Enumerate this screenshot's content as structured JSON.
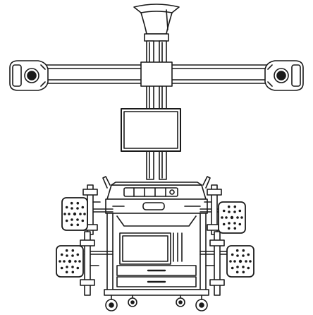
{
  "illustration": {
    "subject": "3d-wheel-alignment-machine",
    "line_color": "#1a1a1a",
    "background": "#ffffff",
    "components": {
      "top_cap": "funnel-cap",
      "crossbeam": "camera-crossbeam",
      "cameras": [
        "left-camera",
        "right-camera"
      ],
      "monitor": "display-monitor",
      "column": "support-column",
      "console": "control-console",
      "cabinet": "cabinet",
      "drawers": 2,
      "casters": 4,
      "wheel_targets": [
        "front-left-target",
        "rear-left-target",
        "front-right-target",
        "rear-right-target"
      ],
      "wheel_clamps": [
        "front-left-clamp",
        "rear-left-clamp",
        "front-right-clamp",
        "rear-right-clamp"
      ]
    }
  }
}
